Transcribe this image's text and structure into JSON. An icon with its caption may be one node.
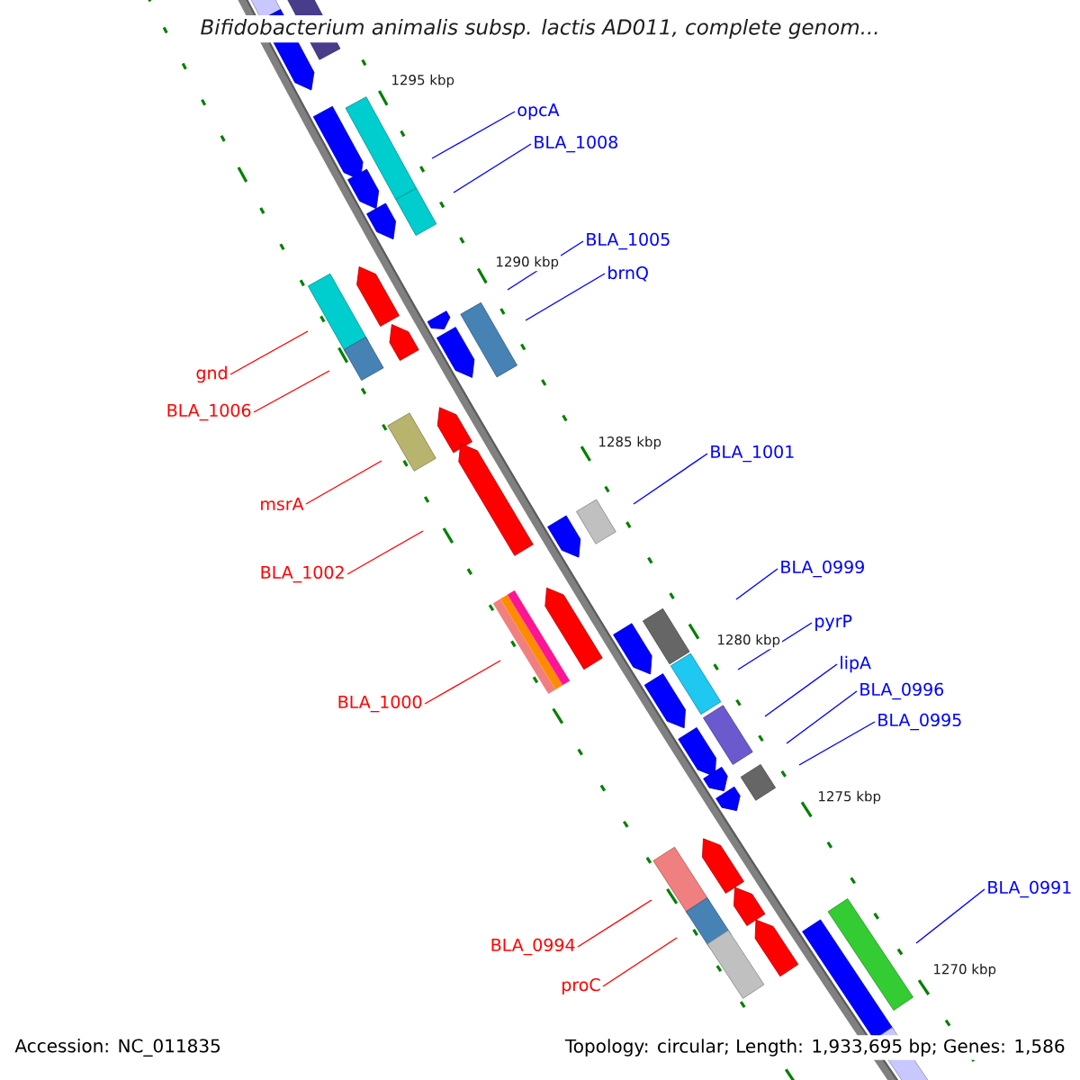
{
  "diagram": {
    "title": "Bifidobacterium animalis subsp. lactis AD011, complete genom...",
    "nodes": [
      {
        "text": [
          "opcA"
        ]
      },
      {
        "text": [
          "BLA_1008"
        ]
      },
      {
        "text": [
          "BLA_1005"
        ]
      },
      {
        "text": [
          "brnQ"
        ]
      },
      {
        "text": [
          "gnd"
        ]
      },
      {
        "text": [
          "BLA_1006"
        ]
      },
      {
        "text": [
          "BLA_1001"
        ]
      },
      {
        "text": [
          "msrA"
        ]
      },
      {
        "text": [
          "BLA_0999"
        ]
      },
      {
        "text": [
          "BLA_1002"
        ]
      },
      {
        "text": [
          "pyrP"
        ]
      },
      {
        "text": [
          "lipA"
        ]
      },
      {
        "text": [
          "BLA_0996"
        ]
      },
      {
        "text": [
          "BLA_1000"
        ]
      },
      {
        "text": [
          "BLA_0995"
        ]
      },
      {
        "text": [
          "BLA_0991"
        ]
      },
      {
        "text": [
          "BLA_0994"
        ]
      },
      {
        "text": [
          "proC"
        ]
      }
    ],
    "edges": [
      {
        "from": 0,
        "to": null,
        "arrow": "none"
      },
      {
        "from": 1,
        "to": null,
        "arrow": "none"
      },
      {
        "from": 2,
        "to": null,
        "arrow": "none"
      },
      {
        "from": 3,
        "to": null,
        "arrow": "none"
      },
      {
        "from": 4,
        "to": null,
        "arrow": "none",
        "color": "#ff0000"
      },
      {
        "from": 5,
        "to": null,
        "arrow": "none",
        "color": "#ff0000"
      },
      {
        "from": 6,
        "to": null,
        "arrow": "none"
      },
      {
        "from": 7,
        "to": null,
        "arrow": "none",
        "color": "#ff0000"
      },
      {
        "from": 8,
        "to": null,
        "arrow": "none"
      },
      {
        "from": 9,
        "to": null,
        "arrow": "none",
        "color": "#ff0000"
      },
      {
        "from": 10,
        "to": null,
        "arrow": "none"
      },
      {
        "from": 11,
        "to": null,
        "arrow": "none"
      },
      {
        "from": 12,
        "to": null,
        "arrow": "none"
      },
      {
        "from": 13,
        "to": null,
        "arrow": "none",
        "color": "#ff0000"
      },
      {
        "from": 14,
        "to": null,
        "arrow": "none"
      },
      {
        "from": 15,
        "to": null,
        "arrow": "none"
      },
      {
        "from": 16,
        "to": null,
        "arrow": "none",
        "color": "#ff0000"
      },
      {
        "from": 17,
        "to": null,
        "arrow": "none",
        "color": "#ff0000"
      }
    ],
    "labels": [
      "1295 kbp",
      "1290 kbp",
      "1285 kbp",
      "1280 kbp",
      "1275 kbp",
      "1270 kbp",
      "Accession: NC_011835",
      "Topology: circular; Length: 1,933,695 bp; Genes: 1,586"
    ]
  }
}
